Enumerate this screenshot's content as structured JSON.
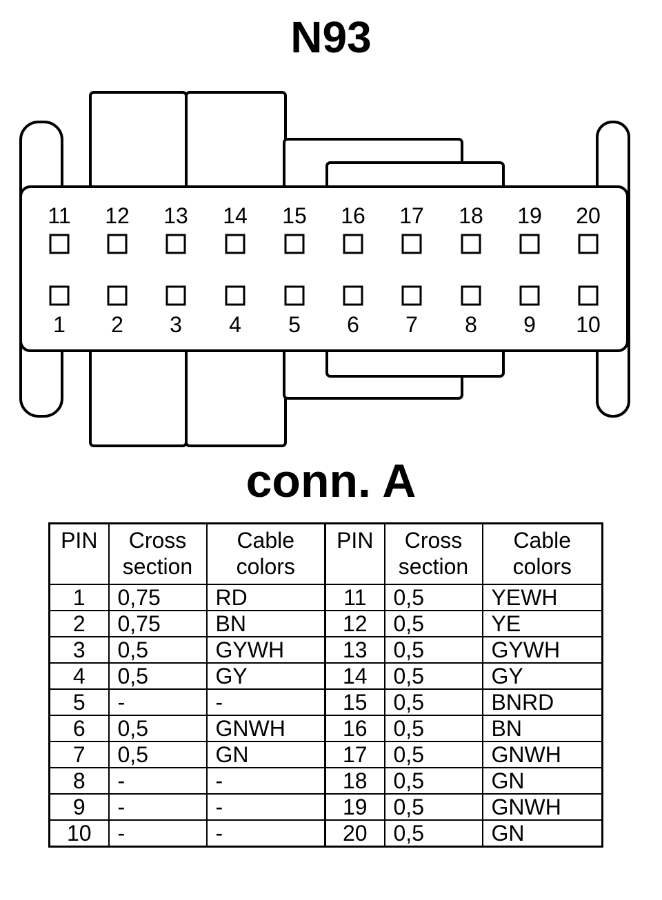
{
  "title": "N93",
  "subtitle": "conn. A",
  "connector": {
    "top_row": [
      "11",
      "12",
      "13",
      "14",
      "15",
      "16",
      "17",
      "18",
      "19",
      "20"
    ],
    "bottom_row": [
      "1",
      "2",
      "3",
      "4",
      "5",
      "6",
      "7",
      "8",
      "9",
      "10"
    ]
  },
  "table": {
    "headers": [
      "PIN",
      "Cross section",
      "Cable colors",
      "PIN",
      "Cross section",
      "Cable colors"
    ],
    "rows": [
      [
        "1",
        "0,75",
        "RD",
        "11",
        "0,5",
        "YEWH"
      ],
      [
        "2",
        "0,75",
        "BN",
        "12",
        "0,5",
        "YE"
      ],
      [
        "3",
        "0,5",
        "GYWH",
        "13",
        "0,5",
        "GYWH"
      ],
      [
        "4",
        "0,5",
        "GY",
        "14",
        "0,5",
        "GY"
      ],
      [
        "5",
        "-",
        "-",
        "15",
        "0,5",
        "BNRD"
      ],
      [
        "6",
        "0,5",
        "GNWH",
        "16",
        "0,5",
        "BN"
      ],
      [
        "7",
        "0,5",
        "GN",
        "17",
        "0,5",
        "GNWH"
      ],
      [
        "8",
        "-",
        "-",
        "18",
        "0,5",
        "GN"
      ],
      [
        "9",
        "-",
        "-",
        "19",
        "0,5",
        "GNWH"
      ],
      [
        "10",
        "-",
        "-",
        "20",
        "0,5",
        "GN"
      ]
    ]
  }
}
